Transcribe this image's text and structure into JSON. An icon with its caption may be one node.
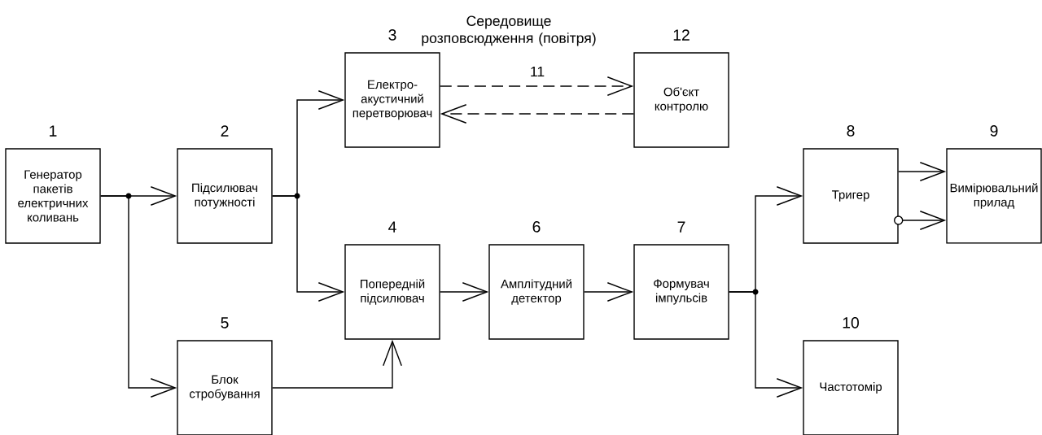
{
  "diagram": {
    "nodes": [
      {
        "text": [
          "Генератор пакетів електричних коливань"
        ],
        "beside": [
          "1"
        ]
      },
      {
        "text": [
          "Підсилювач потужності"
        ],
        "beside": [
          "2"
        ]
      },
      {
        "text": [
          "Електро- акустичний перетворювач"
        ],
        "beside": [
          "3"
        ]
      },
      {
        "text": [
          "Об'єкт контролю"
        ],
        "beside": [
          "12"
        ]
      },
      {
        "text": [
          "Тригер"
        ],
        "beside": [
          "8"
        ]
      },
      {
        "text": [
          "Вимірювальний прилад"
        ],
        "beside": [
          "9"
        ]
      },
      {
        "text": [
          "Попередній підсилювач"
        ],
        "beside": [
          "4"
        ]
      },
      {
        "text": [
          "Амплітудний детектор"
        ],
        "beside": [
          "6"
        ]
      },
      {
        "text": [
          "Формувач імпульсів"
        ],
        "beside": [
          "7"
        ]
      },
      {
        "text": [
          "Блок стробування"
        ],
        "beside": [
          "5"
        ]
      },
      {
        "text": [
          "Частотомір"
        ],
        "beside": [
          "10"
        ]
      }
    ],
    "edges": [
      {
        "from": 0,
        "to": 1,
        "arrow": "to"
      },
      {
        "from": 0,
        "to": 9,
        "arrow": "to"
      },
      {
        "from": 1,
        "to": 2,
        "arrow": "to"
      },
      {
        "from": 1,
        "to": 6,
        "arrow": "to"
      },
      {
        "from": 2,
        "to": 3,
        "arrow": "to",
        "style": "dashed"
      },
      {
        "from": 3,
        "to": 2,
        "arrow": "to",
        "style": "dashed"
      },
      {
        "from": 9,
        "to": 6,
        "arrow": "to"
      },
      {
        "from": 6,
        "to": 7,
        "arrow": "to"
      },
      {
        "from": 7,
        "to": 8,
        "arrow": "to"
      },
      {
        "from": 8,
        "to": 4,
        "arrow": "to"
      },
      {
        "from": 8,
        "to": 10,
        "arrow": "to"
      },
      {
        "from": 4,
        "to": 5,
        "arrow": "to"
      },
      {
        "from": 4,
        "to": 5,
        "arrow": "to"
      }
    ],
    "labels": [
      "Середовище розповсюдження (повітря)",
      "11"
    ]
  }
}
